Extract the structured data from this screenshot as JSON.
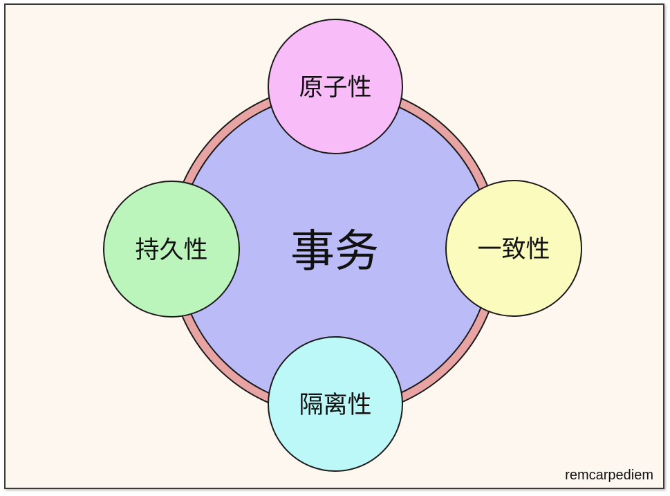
{
  "center": {
    "label": "事务",
    "fill": "#bbbcf7"
  },
  "ring_color": "#e8a3a3",
  "nodes": [
    {
      "id": "atomicity",
      "label": "原子性",
      "fill": "#f8bdf8"
    },
    {
      "id": "consistency",
      "label": "一致性",
      "fill": "#fbfbbe"
    },
    {
      "id": "isolation",
      "label": "隔离性",
      "fill": "#bdf8f8"
    },
    {
      "id": "durability",
      "label": "持久性",
      "fill": "#bcf5bc"
    }
  ],
  "watermark": "remcarpediem"
}
